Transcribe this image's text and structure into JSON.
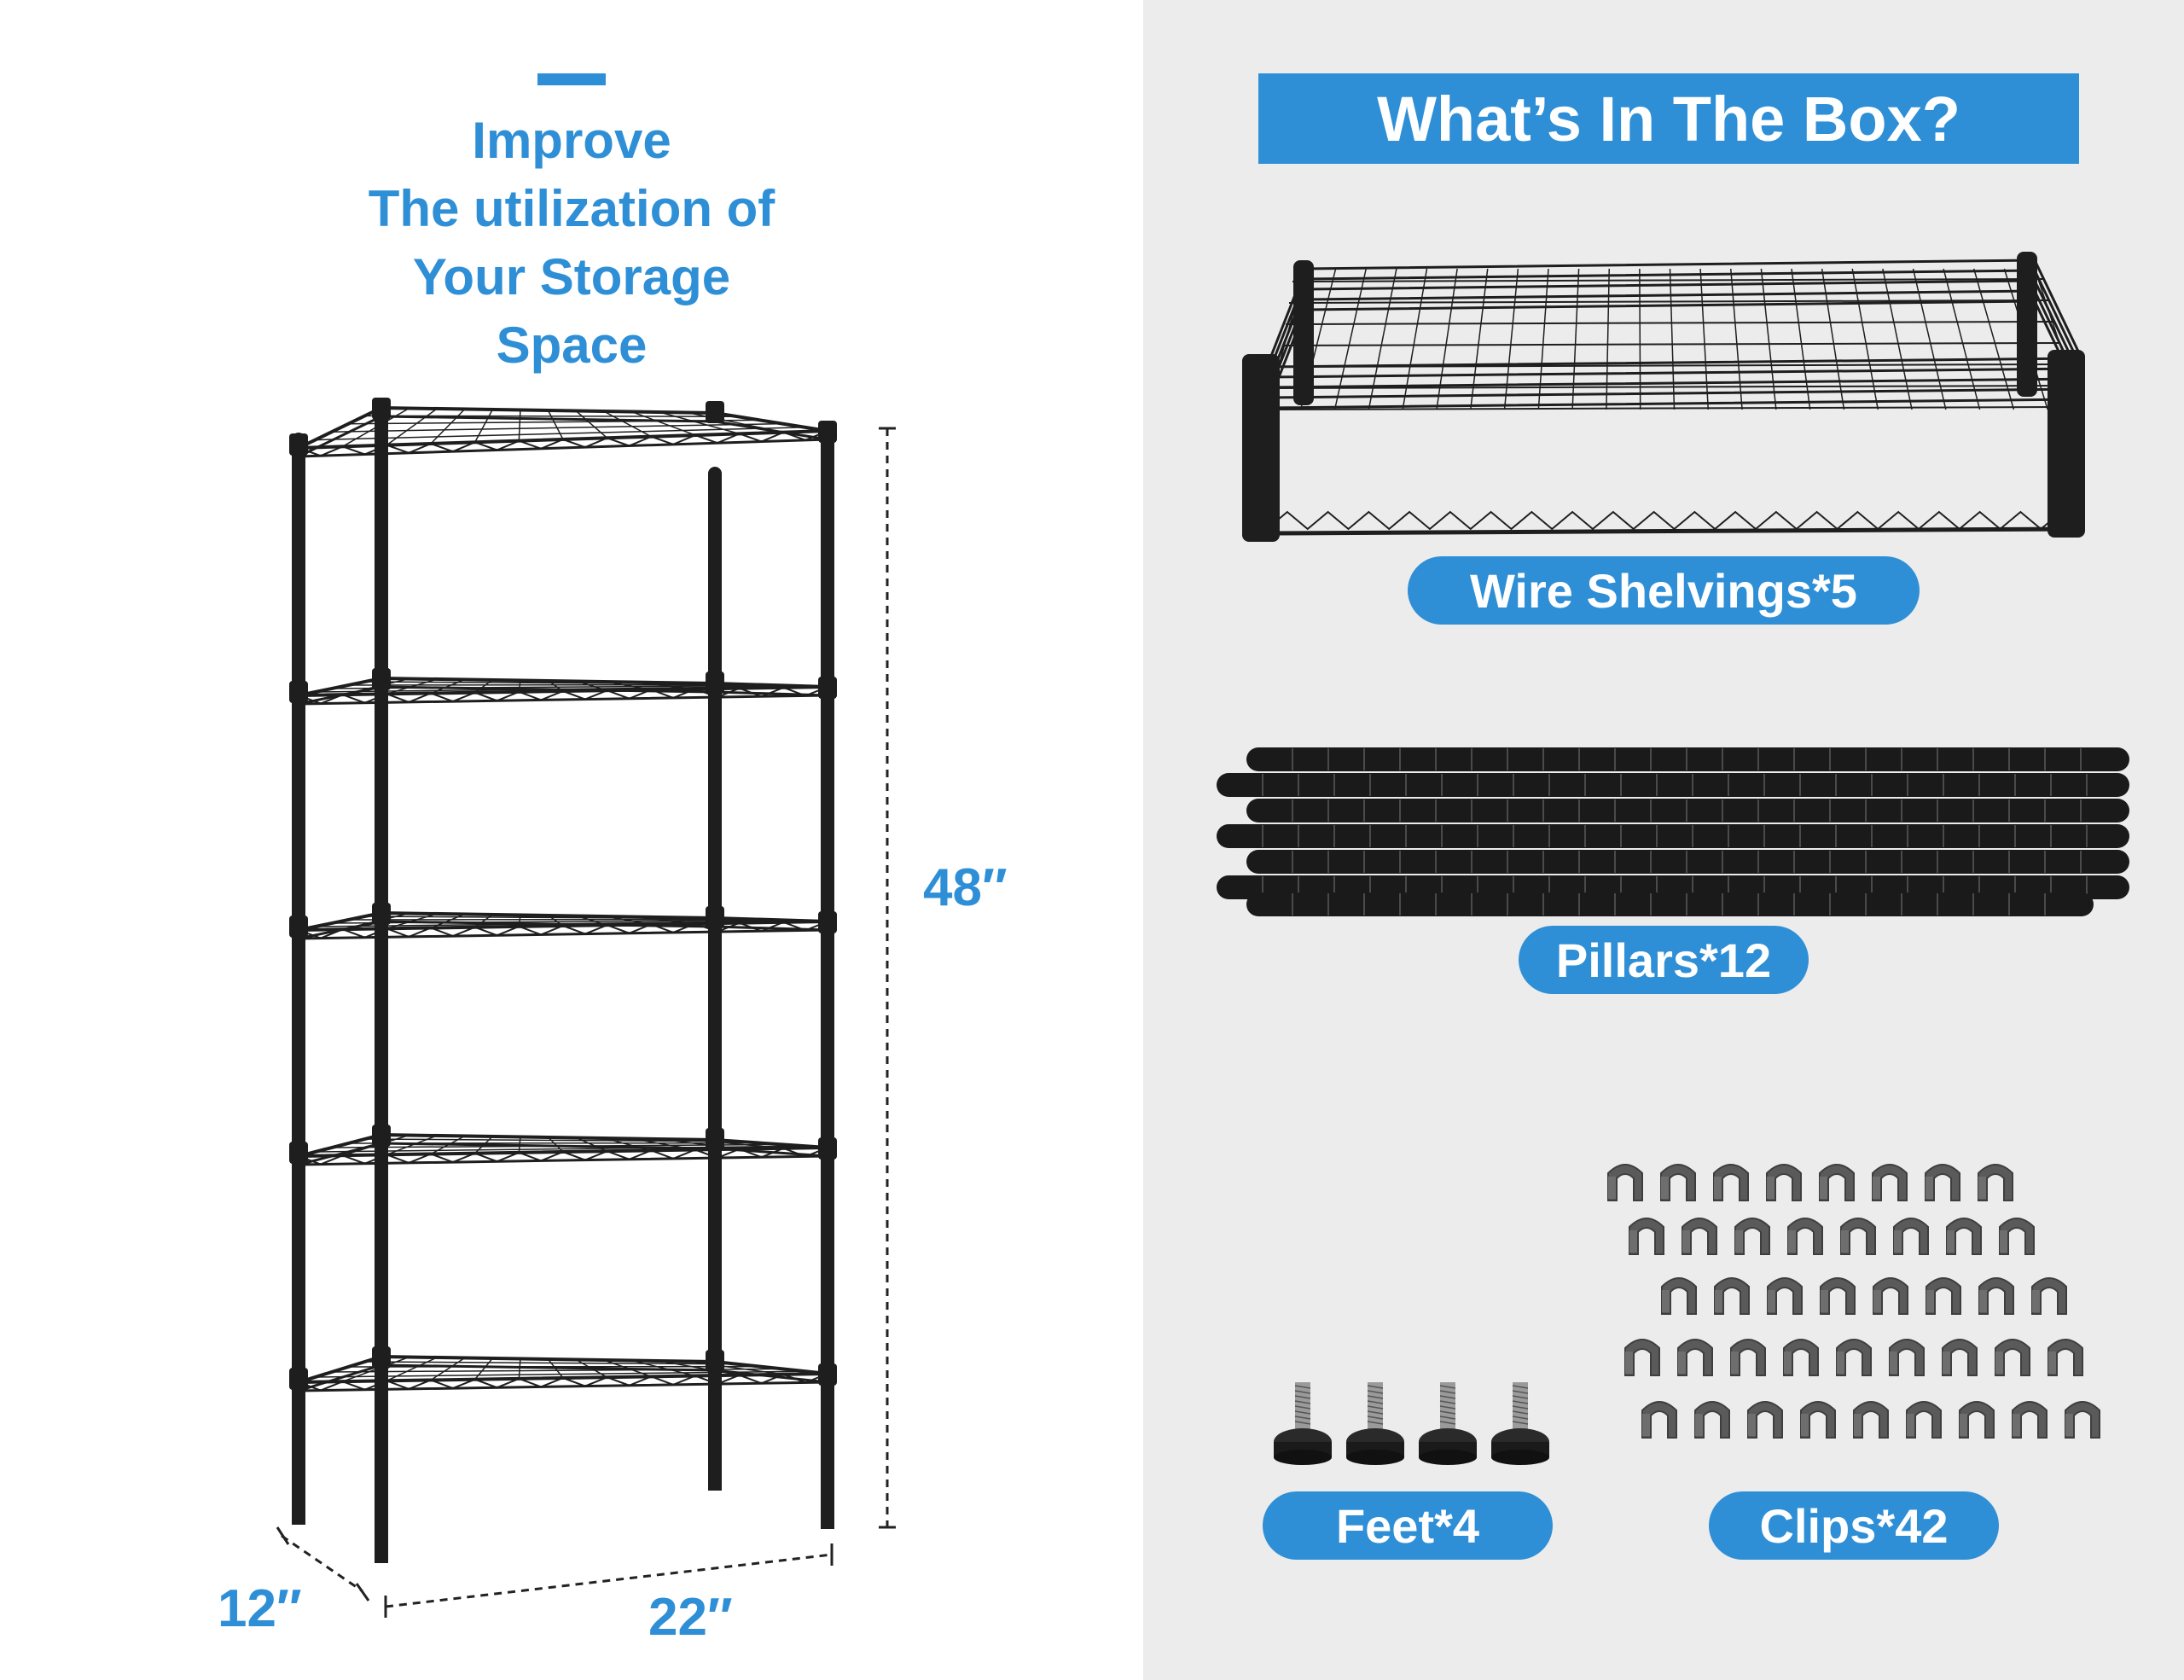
{
  "headline": {
    "lines": [
      "Improve",
      "The utilization of",
      "Your Storage",
      "Space"
    ]
  },
  "dimensions": {
    "height": "48″",
    "width": "22″",
    "depth": "12″"
  },
  "box": {
    "title": "What’s In The Box?",
    "items": [
      {
        "label": "Wire Shelvings*5",
        "icon": "wire-shelf-stack-image"
      },
      {
        "label": "Pillars*12",
        "icon": "pillars-image"
      },
      {
        "label": "Feet*4",
        "icon": "feet-image"
      },
      {
        "label": "Clips*42",
        "icon": "clips-image"
      }
    ]
  },
  "colors": {
    "accent": "#2e8fd6",
    "right_background": "#ececec",
    "product": "#1e1e1e"
  }
}
